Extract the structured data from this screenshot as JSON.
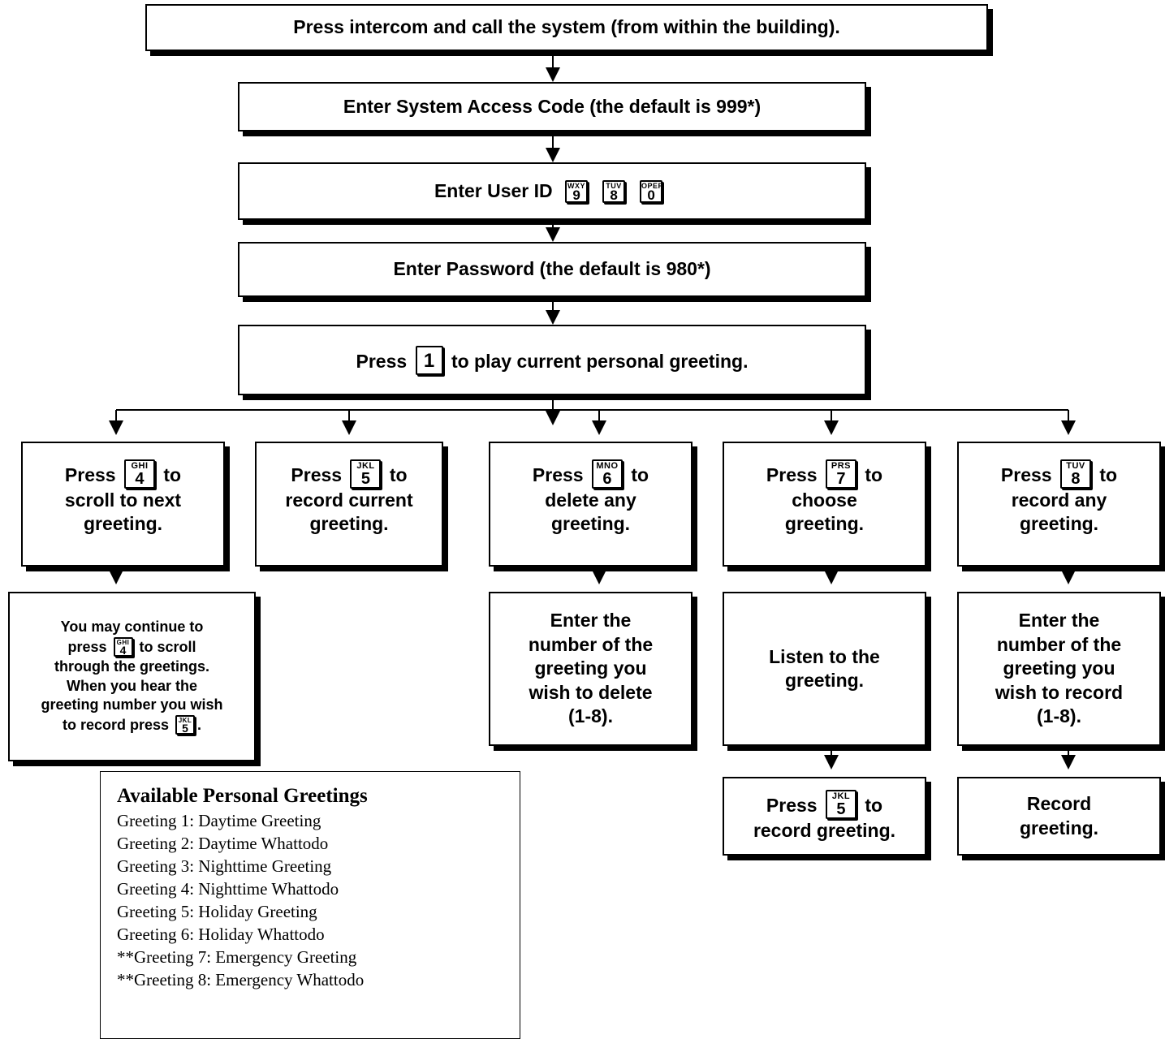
{
  "steps": {
    "s1": "Press intercom and call the system (from within the building).",
    "s2": "Enter System Access Code (the default is 999*)",
    "s3": "Enter User ID",
    "s4": "Enter Password (the default is 980*)",
    "s5_pre": "Press",
    "s5_post": "to play current personal greeting."
  },
  "branches": {
    "b1": {
      "pre": "Press",
      "post": "to",
      "rest": "scroll to next greeting."
    },
    "b2": {
      "pre": "Press",
      "post": "to",
      "rest": "record current greeting."
    },
    "b3": {
      "pre": "Press",
      "post": "to",
      "rest": "delete any greeting."
    },
    "b4": {
      "pre": "Press",
      "post": "to",
      "rest": "choose greeting."
    },
    "b5": {
      "pre": "Press",
      "post": "to",
      "rest": "record any greeting."
    }
  },
  "substeps": {
    "c1": {
      "a": "You may continue to",
      "b_pre": "press",
      "b_post": "to scroll",
      "c": "through the greetings.",
      "d": "When you hear the",
      "e": "greeting number you wish",
      "f": "to record press",
      "g": "."
    },
    "c3": "Enter the number of the greeting you wish to delete (1-8).",
    "c4": "Listen to the greeting.",
    "c5": "Enter the number of the greeting you wish to record (1-8).",
    "d4": {
      "pre": "Press",
      "post": "to",
      "rest": "record greeting."
    },
    "d5": "Record greeting."
  },
  "keys": {
    "k9": {
      "letters": "WXY",
      "digit": "9"
    },
    "k8": {
      "letters": "TUV",
      "digit": "8"
    },
    "k0": {
      "letters": "OPER",
      "digit": "0"
    },
    "k1": {
      "letters": "",
      "digit": "1"
    },
    "k4": {
      "letters": "GHI",
      "digit": "4"
    },
    "k5": {
      "letters": "JKL",
      "digit": "5"
    },
    "k6": {
      "letters": "MNO",
      "digit": "6"
    },
    "k7": {
      "letters": "PRS",
      "digit": "7"
    }
  },
  "legend": {
    "title": "Available Personal Greetings",
    "items": [
      "Greeting 1:  Daytime Greeting",
      "Greeting 2:  Daytime Whattodo",
      "Greeting 3:  Nighttime Greeting",
      "Greeting 4:  Nighttime Whattodo",
      "Greeting 5:  Holiday Greeting",
      "Greeting 6:  Holiday Whattodo",
      "**Greeting 7:  Emergency Greeting",
      "**Greeting 8:  Emergency Whattodo"
    ]
  }
}
